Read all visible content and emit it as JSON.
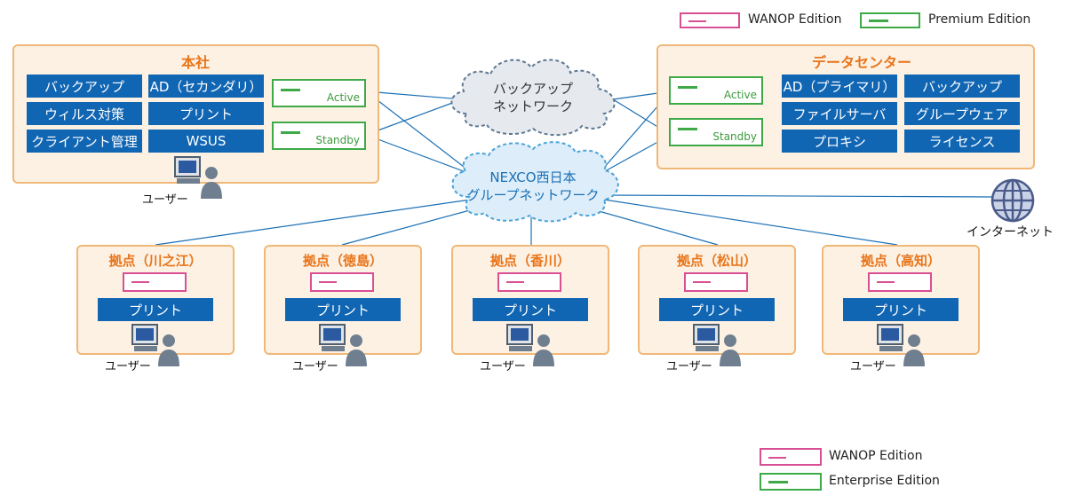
{
  "legend_top": {
    "wanop": "WANOP Edition",
    "premium": "Premium Edition"
  },
  "legend_bottom": {
    "wanop": "WANOP Edition",
    "enterprise": "Enterprise Edition"
  },
  "hq": {
    "title": "本社",
    "services": [
      "バックアップ",
      "AD（セカンダリ）",
      "ウィルス対策",
      "プリント",
      "クライアント管理",
      "WSUS"
    ],
    "active": "Active",
    "standby": "Standby",
    "user": "ユーザー"
  },
  "dc": {
    "title": "データセンター",
    "services": [
      "AD（プライマリ）",
      "バックアップ",
      "ファイルサーバ",
      "グループウェア",
      "プロキシ",
      "ライセンス"
    ],
    "active": "Active",
    "standby": "Standby"
  },
  "backup_cloud": {
    "line1": "バックアップ",
    "line2": "ネットワーク"
  },
  "group_cloud": {
    "line1": "NEXCO西日本",
    "line2": "グループネットワーク"
  },
  "internet": "インターネット",
  "branches": [
    {
      "title": "拠点（川之江）",
      "service": "プリント",
      "user": "ユーザー"
    },
    {
      "title": "拠点（徳島）",
      "service": "プリント",
      "user": "ユーザー"
    },
    {
      "title": "拠点（香川）",
      "service": "プリント",
      "user": "ユーザー"
    },
    {
      "title": "拠点（松山）",
      "service": "プリント",
      "user": "ユーザー"
    },
    {
      "title": "拠点（高知）",
      "service": "プリント",
      "user": "ユーザー"
    }
  ],
  "colors": {
    "box_fill": "#fdf1e4",
    "box_border": "#f0b878",
    "title": "#e8751a",
    "service_blue": "#1166b4",
    "premium_green": "#3daa47",
    "wanop_pink": "#d94f94",
    "line_blue": "#1a6fb5",
    "backup_cloud_fill": "#e6eaef",
    "group_cloud_fill": "#ddeefa"
  }
}
